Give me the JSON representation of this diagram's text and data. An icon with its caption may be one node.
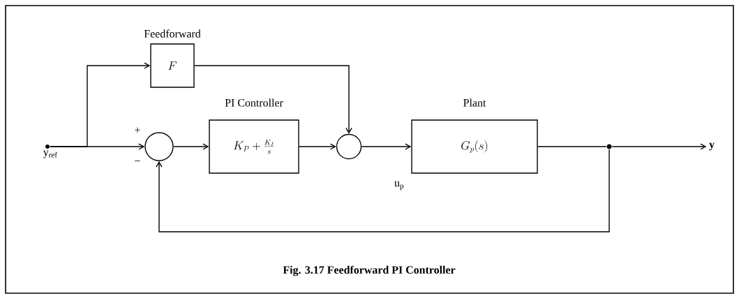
{
  "diagram": {
    "caption": "Fig. 3.17 Feedforward PI Controller",
    "nodes": [
      {
        "text": [
          "y$_{ref}$"
        ]
      },
      {
        "text": [
          "Feedforward",
          "F"
        ]
      },
      {
        "text": [],
        "shape": "circle",
        "beside": [
          "+",
          "−"
        ]
      },
      {
        "text": [
          "PI Controller",
          "K_P + \\frac{K_I}{s}"
        ]
      },
      {
        "text": [],
        "shape": "circle"
      },
      {
        "text": [
          "Plant",
          "G_p(s)"
        ]
      },
      {
        "text": [],
        "shape": "dot"
      },
      {
        "text": [
          "y"
        ]
      }
    ],
    "edges": [
      {
        "from": 0,
        "to": 2,
        "arrow": "to"
      },
      {
        "from": 0,
        "to": 1,
        "arrow": "to"
      },
      {
        "from": 2,
        "to": 3,
        "arrow": "to"
      },
      {
        "from": 3,
        "to": 4,
        "arrow": "to"
      },
      {
        "from": 1,
        "to": 4,
        "arrow": "to"
      },
      {
        "from": 4,
        "to": 5,
        "arrow": "to",
        "label": "u$_{p}$"
      },
      {
        "from": 5,
        "to": 6,
        "arrow": "none"
      },
      {
        "from": 6,
        "to": 7,
        "arrow": "to"
      },
      {
        "from": 6,
        "to": 2,
        "arrow": "to"
      }
    ]
  }
}
